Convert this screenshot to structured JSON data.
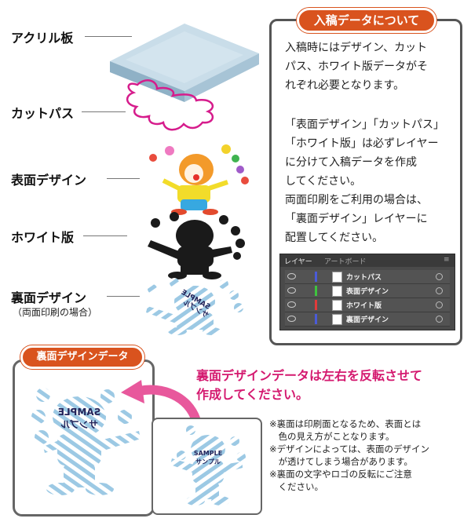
{
  "layers": {
    "acrylic": "アクリル板",
    "cutpath": "カットパス",
    "front": "表面デザイン",
    "white": "ホワイト版",
    "back": "裏面デザイン",
    "back_sub": "（両面印刷の場合）"
  },
  "info": {
    "title": "入稿データについて",
    "para1": [
      "入稿時にはデザイン、カット",
      "パス、ホワイト版データがそ",
      "れぞれ必要となります。"
    ],
    "para2": [
      "「表面デザイン」「カットパス」",
      "「ホワイト版」は必ずレイヤー",
      "に分けて入稿データを作成",
      "してください。",
      "両面印刷をご利用の場合は、",
      "「裏面デザイン」レイヤーに",
      "配置してください。"
    ]
  },
  "panel": {
    "tab_layers": "レイヤー",
    "tab_artboard": "アートボード",
    "rows": [
      {
        "name": "カットパス",
        "color": "#4a5bd8"
      },
      {
        "name": "表面デザイン",
        "color": "#3ec43e"
      },
      {
        "name": "ホワイト版",
        "color": "#e23b3b"
      },
      {
        "name": "裏面デザイン",
        "color": "#4a5bd8"
      }
    ]
  },
  "bottom": {
    "tab_title": "裏面デザインデータ",
    "headline": [
      "裏面デザインデータは左右を反転させて",
      "作成してください。"
    ],
    "sample_en": "SAMPLE",
    "sample_jp": "サンプル",
    "notes": [
      "※裏面は印刷面となるため、表面とは",
      "　色の見え方がことなります。",
      "※デザインによっては、表面のデザイン",
      "　が透けてしまう場合があります。",
      "※裏面の文字やロゴの反転にご注意",
      "　ください。"
    ]
  },
  "colors": {
    "accent_orange": "#d9531e",
    "pink": "#d4196f",
    "cutpath_magenta": "#d61c8c",
    "stripe_blue": "#9cc9e4"
  }
}
